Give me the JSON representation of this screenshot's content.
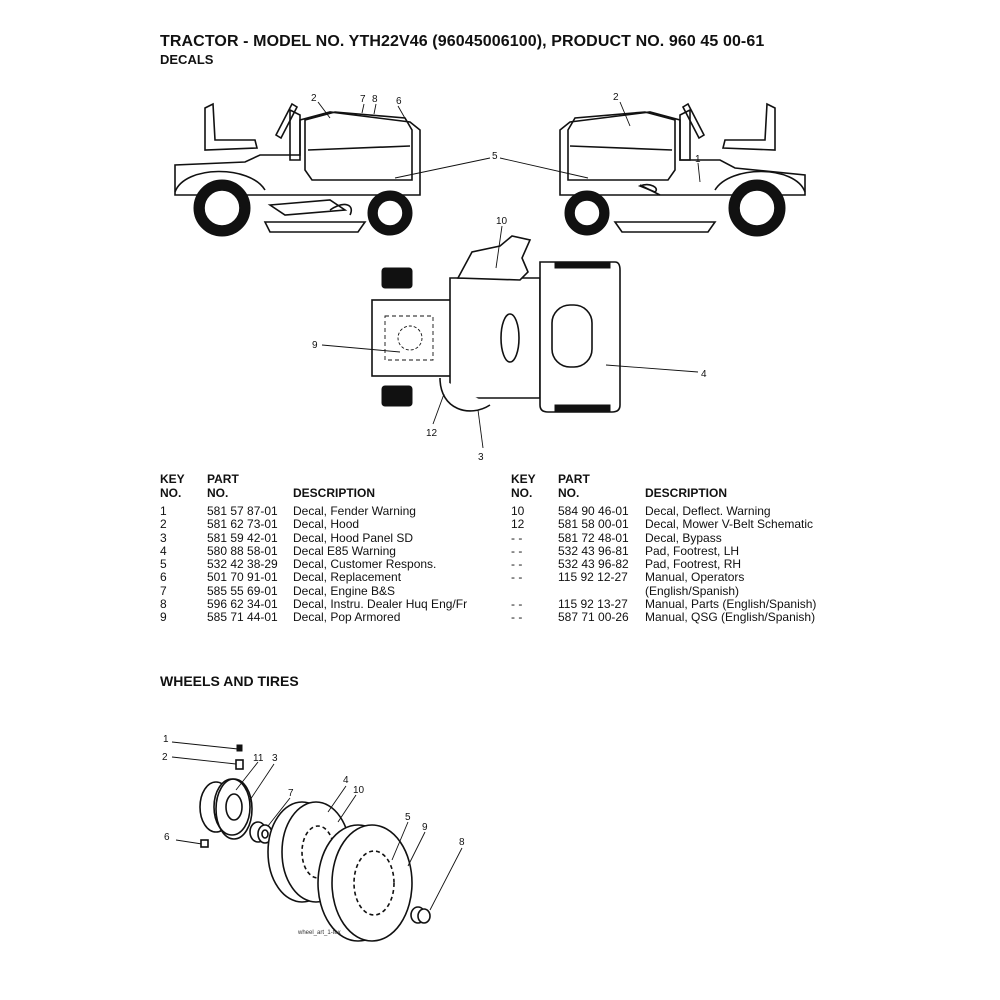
{
  "header": {
    "title": "TRACTOR - MODEL NO. YTH22V46 (96045006100), PRODUCT NO. 960 45 00-61",
    "subtitle": "DECALS"
  },
  "decals_diagram": {
    "callouts": [
      "1",
      "2",
      "2",
      "3",
      "4",
      "5",
      "6",
      "7",
      "8",
      "9",
      "10",
      "12"
    ]
  },
  "parts_table": {
    "headers": {
      "key_top": "KEY",
      "key_bottom": "NO.",
      "part_top": "PART",
      "part_bottom": "NO.",
      "description": "DESCRIPTION"
    },
    "left": [
      {
        "key": "1",
        "part": "581 57 87-01",
        "desc": "Decal, Fender Warning"
      },
      {
        "key": "2",
        "part": "581 62 73-01",
        "desc": "Decal, Hood"
      },
      {
        "key": "3",
        "part": "581 59 42-01",
        "desc": "Decal, Hood Panel SD"
      },
      {
        "key": "4",
        "part": "580 88 58-01",
        "desc": "Decal E85 Warning"
      },
      {
        "key": "5",
        "part": "532 42 38-29",
        "desc": "Decal, Customer Respons."
      },
      {
        "key": "6",
        "part": "501 70 91-01",
        "desc": "Decal, Replacement"
      },
      {
        "key": "7",
        "part": "585 55 69-01",
        "desc": "Decal, Engine B&S"
      },
      {
        "key": "8",
        "part": "596 62 34-01",
        "desc": "Decal, Instru. Dealer Huq Eng/Fr"
      },
      {
        "key": "9",
        "part": "585 71 44-01",
        "desc": "Decal, Pop Armored"
      }
    ],
    "right": [
      {
        "key": "10",
        "part": "584 90 46-01",
        "desc": "Decal, Deflect. Warning"
      },
      {
        "key": "12",
        "part": "581 58 00-01",
        "desc": "Decal, Mower V-Belt Schematic"
      },
      {
        "key": "- -",
        "part": "581 72 48-01",
        "desc": "Decal, Bypass"
      },
      {
        "key": "- -",
        "part": "532 43 96-81",
        "desc": "Pad, Footrest, LH"
      },
      {
        "key": "- -",
        "part": "532 43 96-82",
        "desc": "Pad, Footrest, RH"
      },
      {
        "key": "- -",
        "part": "115 92 12-27",
        "desc": "Manual, Operators"
      },
      {
        "key": "",
        "part": "",
        "desc": "(English/Spanish)"
      },
      {
        "key": "- -",
        "part": "115 92 13-27",
        "desc": "Manual, Parts (English/Spanish)"
      },
      {
        "key": "- -",
        "part": "587 71 00-26",
        "desc": "Manual, QSG (English/Spanish)"
      }
    ]
  },
  "wheels_section": {
    "title": "WHEELS AND TIRES",
    "callouts": [
      "1",
      "2",
      "3",
      "4",
      "5",
      "6",
      "7",
      "8",
      "9",
      "10",
      "11"
    ],
    "art_id": "wheel_art_1-tex"
  }
}
